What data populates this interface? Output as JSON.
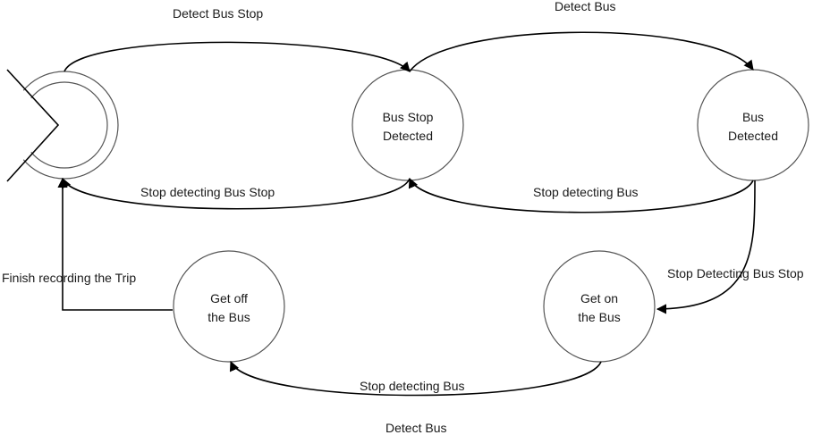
{
  "nodes": {
    "start": {
      "line1": "",
      "line2": ""
    },
    "bus_stop_detected": {
      "line1": "Bus Stop",
      "line2": "Detected"
    },
    "bus_detected": {
      "line1": "Bus",
      "line2": "Detected"
    },
    "get_off": {
      "line1": "Get off",
      "line2": "the Bus"
    },
    "get_on": {
      "line1": "Get on",
      "line2": "the Bus"
    }
  },
  "edges": {
    "start_to_stop": "Detect Bus Stop",
    "stop_to_bus": "Detect Bus",
    "stop_to_start": "Stop detecting Bus Stop",
    "bus_to_stop": "Stop detecting Bus",
    "bus_to_geton": "Stop Detecting Bus Stop",
    "getoff_to_start": "Finish recording the Trip",
    "geton_to_getoff_upper": "Stop detecting Bus",
    "geton_to_getoff_lower": "Detect Bus"
  },
  "colors": {
    "stroke": "#555555",
    "arrow": "#000000",
    "text": "#1a1a1a"
  }
}
